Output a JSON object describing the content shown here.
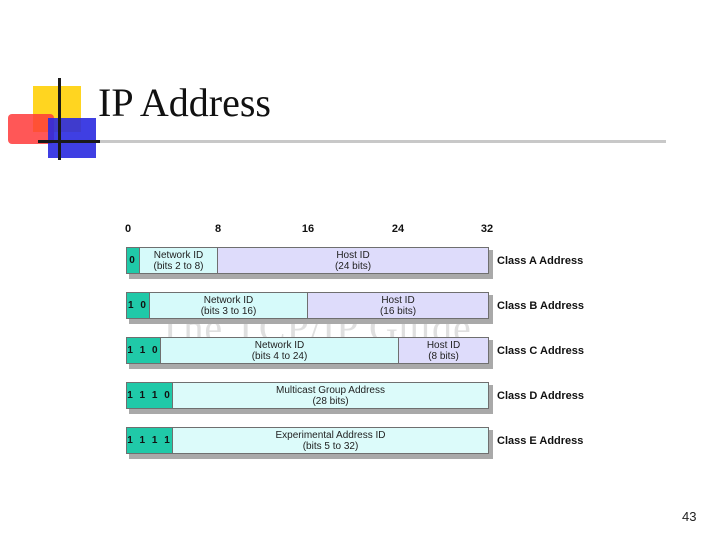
{
  "slide": {
    "title": "IP Address",
    "page_number": "43"
  },
  "diagram": {
    "watermark": "The TCP/IP Guide",
    "bit_ticks": [
      "0",
      "8",
      "16",
      "24",
      "32"
    ],
    "rows": [
      {
        "prefix": "0",
        "field1_line1": "Network ID",
        "field1_line2": "(bits 2 to 8)",
        "field2_line1": "Host ID",
        "field2_line2": "(24 bits)",
        "class_label": "Class A Address"
      },
      {
        "prefix": "1 0",
        "field1_line1": "Network ID",
        "field1_line2": "(bits 3 to 16)",
        "field2_line1": "Host ID",
        "field2_line2": "(16 bits)",
        "class_label": "Class B Address"
      },
      {
        "prefix": "1 1 0",
        "field1_line1": "Network ID",
        "field1_line2": "(bits 4 to 24)",
        "field2_line1": "Host ID",
        "field2_line2": "(8 bits)",
        "class_label": "Class C Address"
      },
      {
        "prefix": "1 1 1 0",
        "field1_line1": "Multicast Group Address",
        "field1_line2": "(28 bits)",
        "class_label": "Class D Address"
      },
      {
        "prefix": "1 1 1 1",
        "field1_line1": "Experimental Address ID",
        "field1_line2": "(bits 5 to 32)",
        "class_label": "Class E Address"
      }
    ]
  }
}
